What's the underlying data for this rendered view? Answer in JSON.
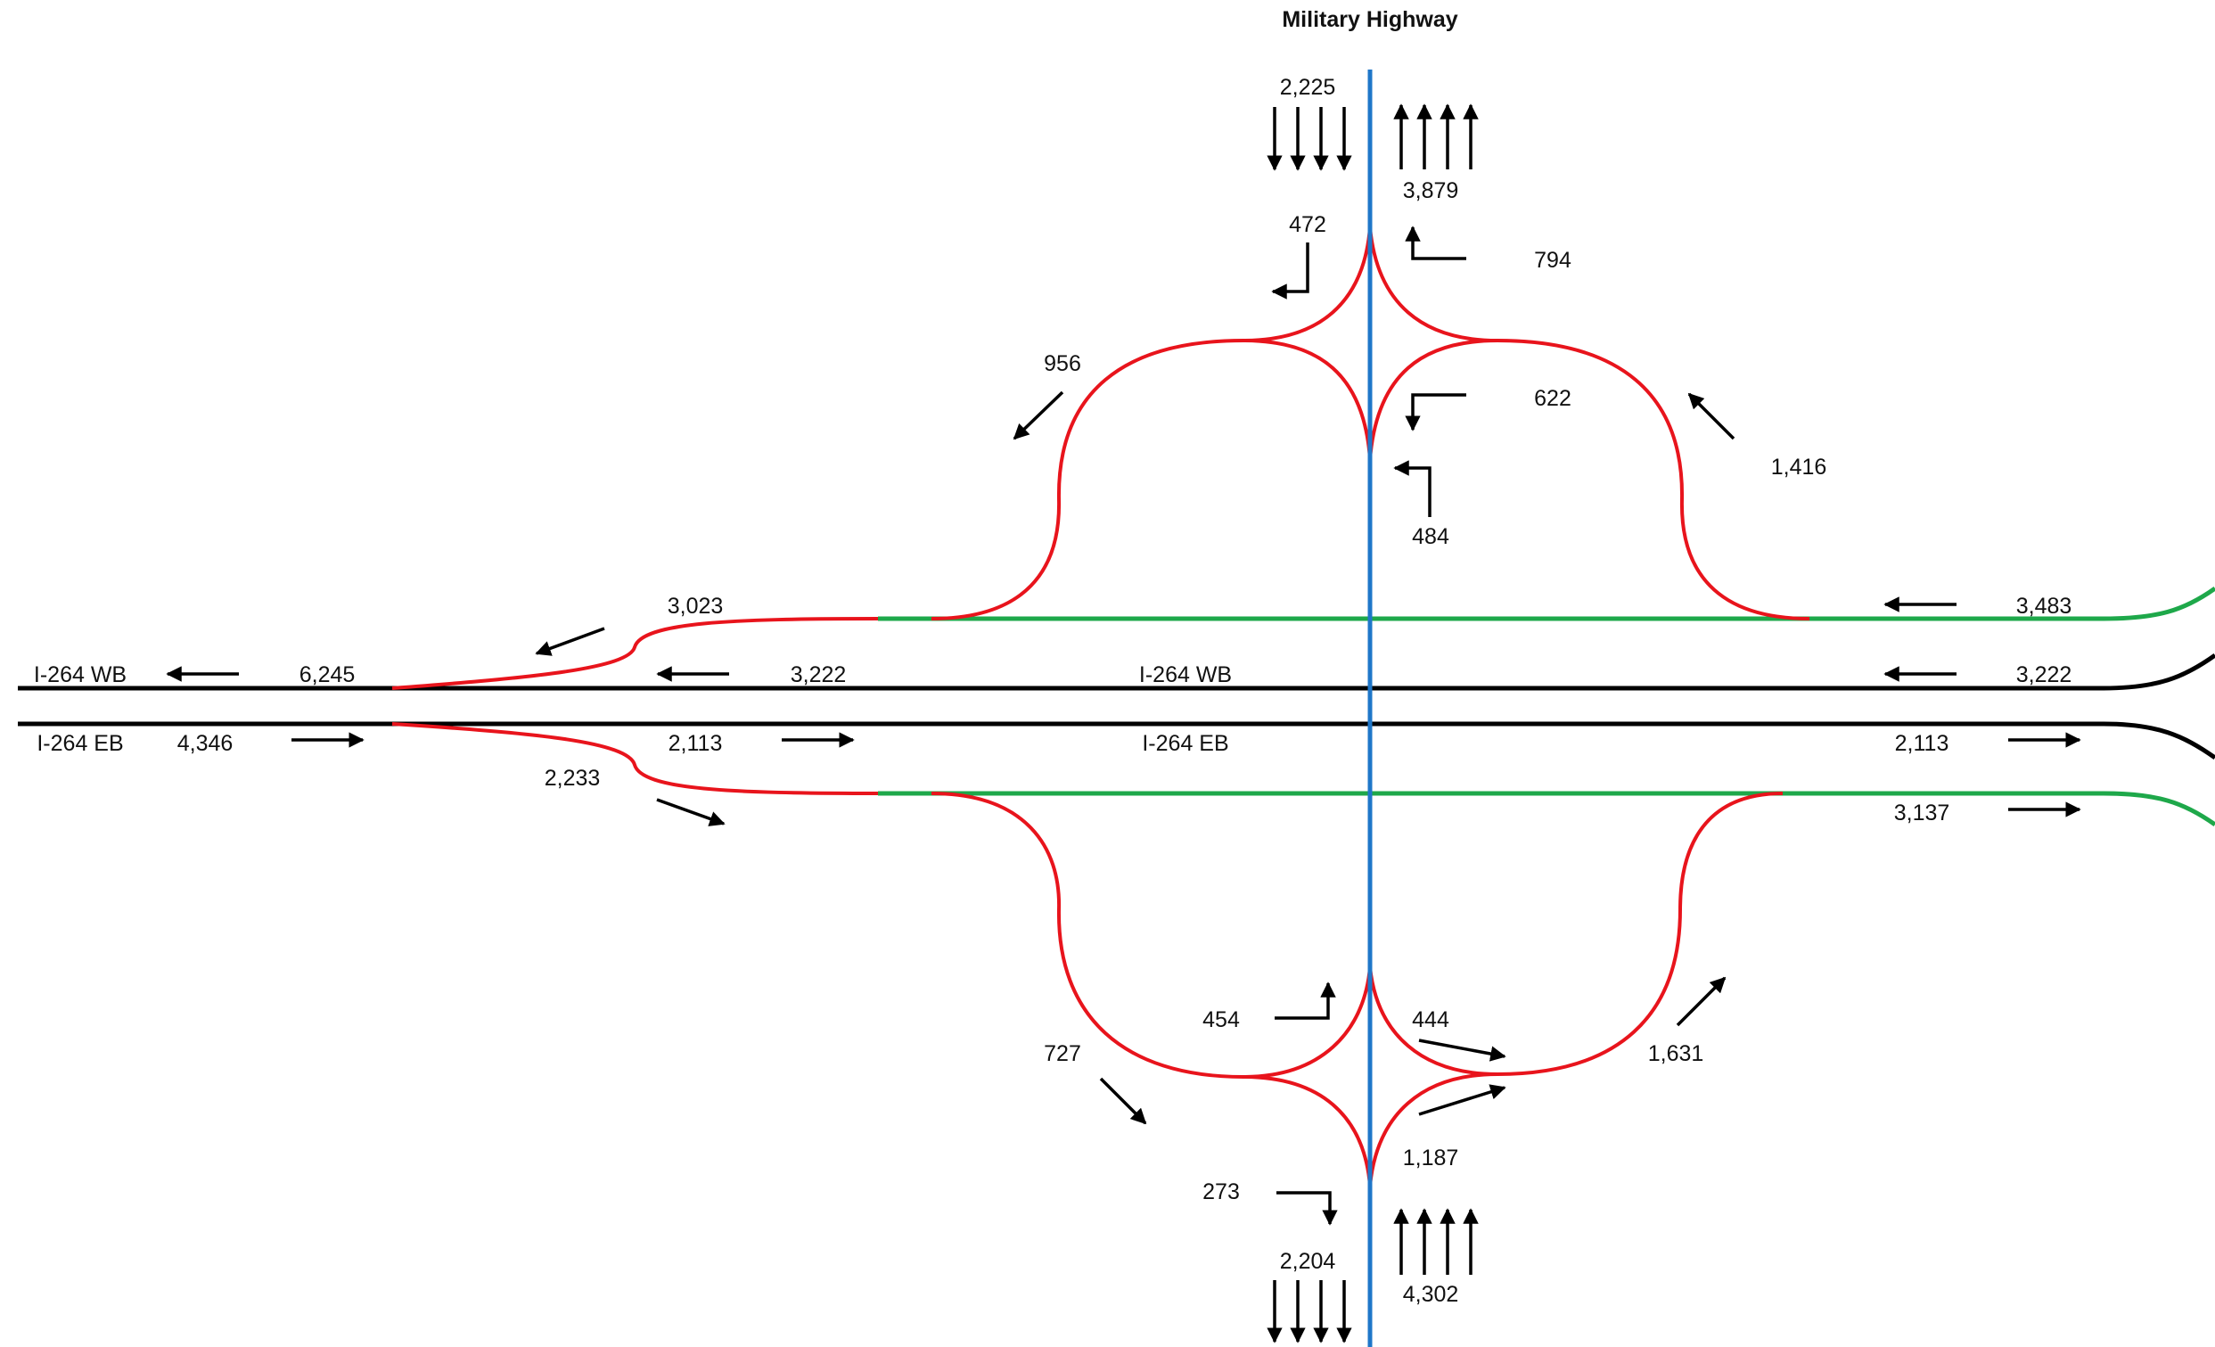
{
  "title": "Military Highway",
  "road_labels": {
    "wb_left": "I-264 WB",
    "eb_left": "I-264 EB",
    "wb_center": "I-264 WB",
    "eb_center": "I-264 EB"
  },
  "volumes": {
    "mh_north_sb": "2,225",
    "mh_north_nb": "3,879",
    "left_472": "472",
    "right_794": "794",
    "ramp_956": "956",
    "left_622": "622",
    "ramp_1416": "1,416",
    "left_484": "484",
    "ramp_3023": "3,023",
    "wb_right_ramp": "3,483",
    "wb_left_total": "6,245",
    "wb_mid": "3,222",
    "wb_right": "3,222",
    "eb_left_total": "4,346",
    "eb_mid": "2,113",
    "eb_right": "2,113",
    "ramp_2233": "2,233",
    "eb_right_ramp": "3,137",
    "left_454": "454",
    "right_444": "444",
    "ramp_727": "727",
    "ramp_1631": "1,631",
    "right_1187": "1,187",
    "right_273": "273",
    "mh_south_sb": "2,204",
    "mh_south_nb": "4,302"
  },
  "colors": {
    "mainline": "#000000",
    "ramp": "#e8141c",
    "collector_distributor": "#1ea84a",
    "military_highway": "#1f77c9"
  }
}
